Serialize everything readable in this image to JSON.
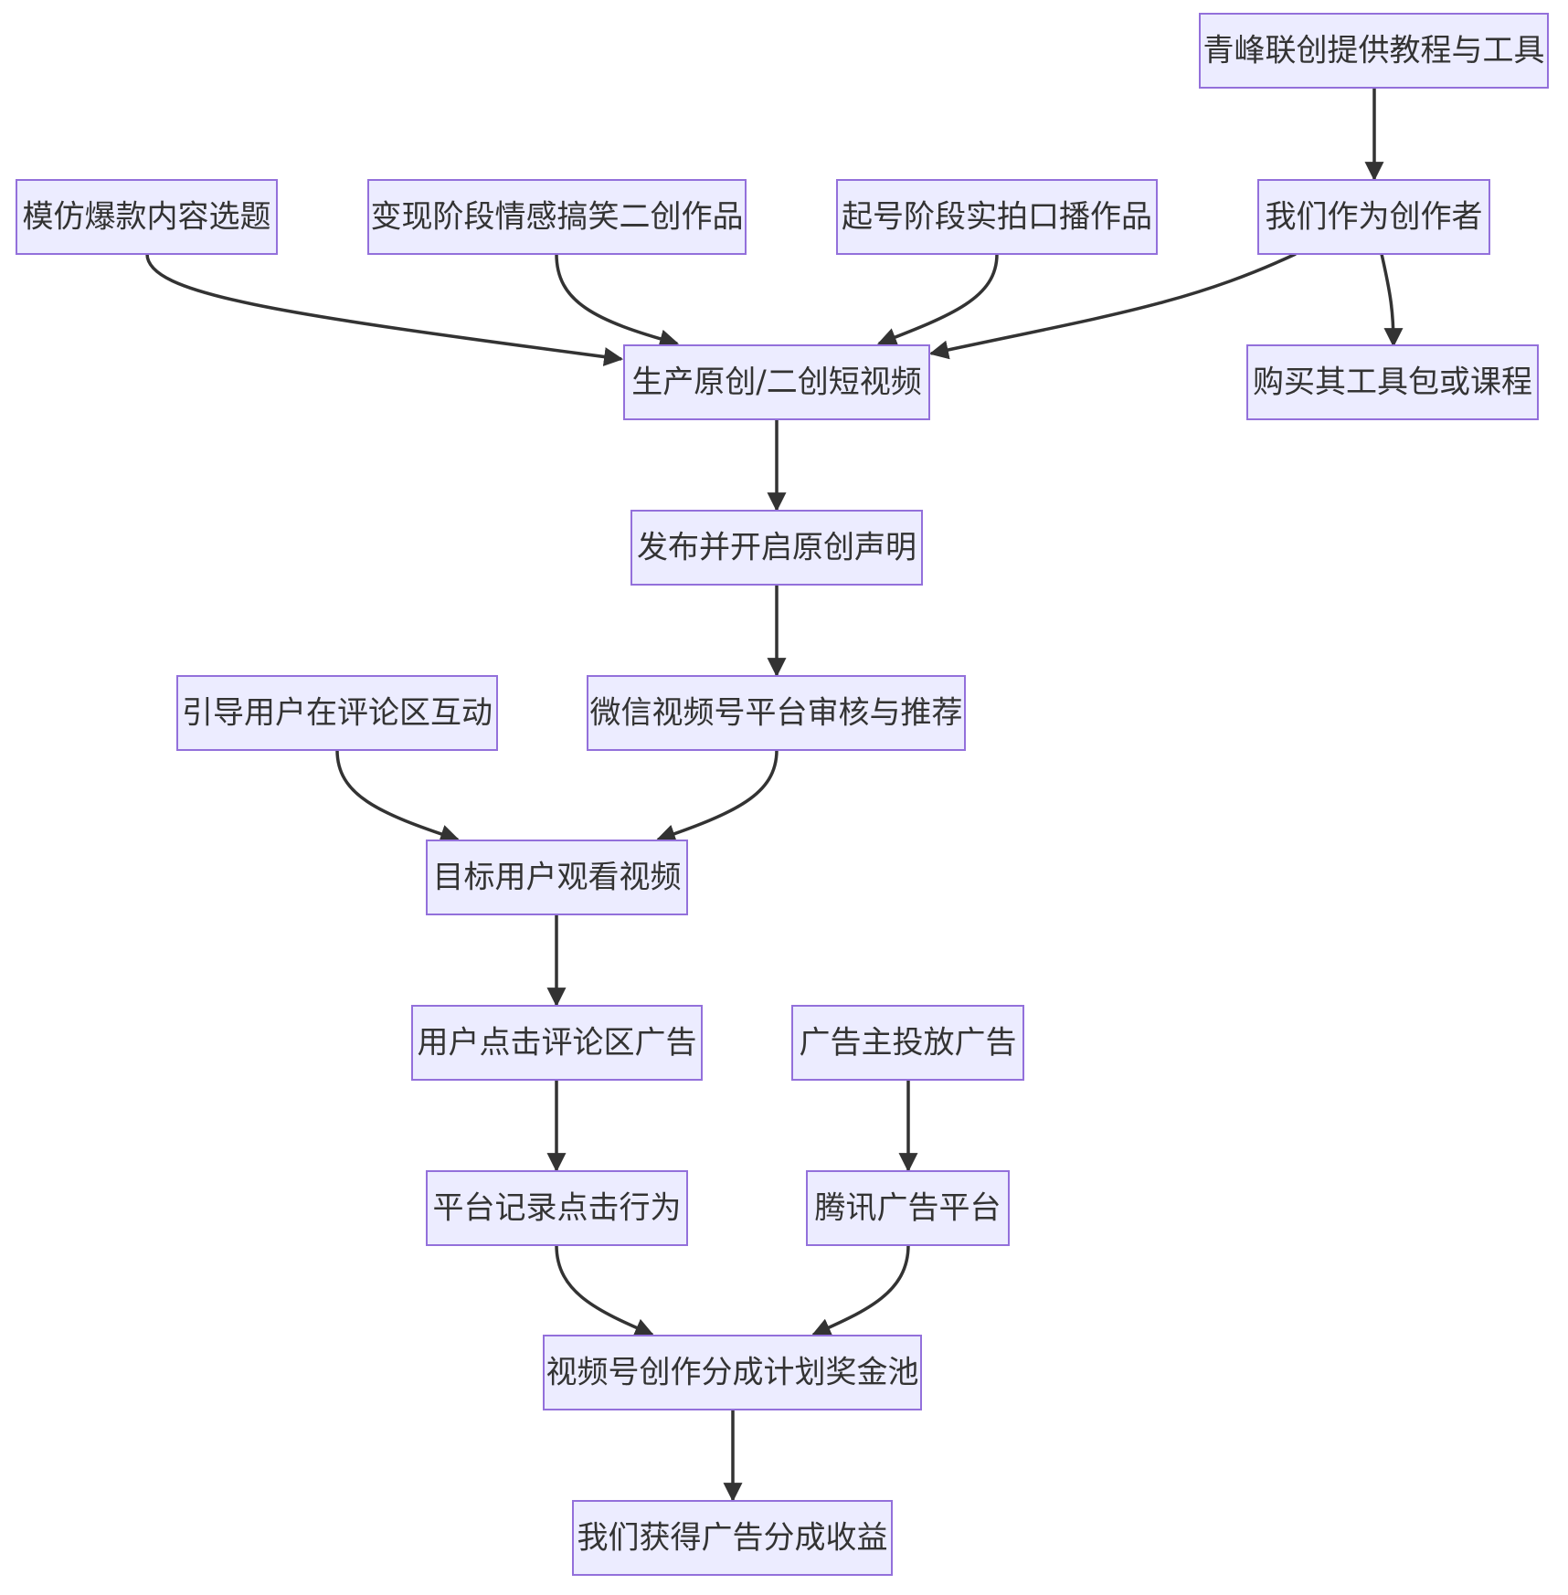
{
  "diagram": {
    "type": "flowchart",
    "colors": {
      "node_fill": "#ECECFF",
      "node_stroke": "#9370DB",
      "edge": "#333333",
      "text": "#333333"
    },
    "nodes": {
      "qingfeng": "青峰联创提供教程与工具",
      "imitate": "模仿爆款内容选题",
      "monetize_stage": "变现阶段情感搞笑二创作品",
      "start_stage": "起号阶段实拍口播作品",
      "we_creators": "我们作为创作者",
      "produce": "生产原创/二创短视频",
      "buy_tools": "购买其工具包或课程",
      "publish": "发布并开启原创声明",
      "guide_users": "引导用户在评论区互动",
      "wechat_review": "微信视频号平台审核与推荐",
      "target_users": "目标用户观看视频",
      "user_click": "用户点击评论区广告",
      "advertiser": "广告主投放广告",
      "record_click": "平台记录点击行为",
      "tencent_ads": "腾讯广告平台",
      "prize_pool": "视频号创作分成计划奖金池",
      "earn": "我们获得广告分成收益"
    },
    "edges": [
      [
        "qingfeng",
        "we_creators"
      ],
      [
        "imitate",
        "produce"
      ],
      [
        "monetize_stage",
        "produce"
      ],
      [
        "start_stage",
        "produce"
      ],
      [
        "we_creators",
        "produce"
      ],
      [
        "we_creators",
        "buy_tools"
      ],
      [
        "produce",
        "publish"
      ],
      [
        "publish",
        "wechat_review"
      ],
      [
        "guide_users",
        "target_users"
      ],
      [
        "wechat_review",
        "target_users"
      ],
      [
        "target_users",
        "user_click"
      ],
      [
        "user_click",
        "record_click"
      ],
      [
        "advertiser",
        "tencent_ads"
      ],
      [
        "record_click",
        "prize_pool"
      ],
      [
        "tencent_ads",
        "prize_pool"
      ],
      [
        "prize_pool",
        "earn"
      ]
    ]
  }
}
